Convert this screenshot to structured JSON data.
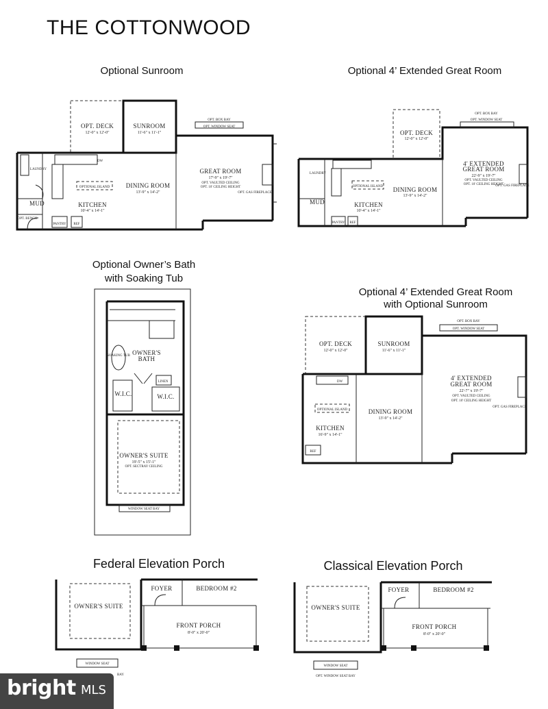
{
  "page": {
    "title": "THE COTTONWOOD",
    "logo_brand": "bright",
    "logo_suffix": "MLS"
  },
  "sections": {
    "sunroom": "Optional Sunroom",
    "extended": "Optional 4’ Extended Great Room",
    "bath_line1": "Optional Owner’s Bath",
    "bath_line2": "with Soaking Tub",
    "ext_sun_line1": "Optional 4’ Extended Great Room",
    "ext_sun_line2": "with Optional Sunroom",
    "federal": "Federal Elevation Porch",
    "classical": "Classical Elevation Porch"
  },
  "plan1": {
    "deck": "OPT. DECK",
    "deck_dim": "12'-0\" x 12'-0\"",
    "sunroom": "SUNROOM",
    "sunroom_dim": "11'-6\" x 11'-1\"",
    "bay": "OPT. BOX BAY",
    "window_seat": "OPT. WINDOW SEAT",
    "great": "GREAT ROOM",
    "great_dim": "17'-9\" x 19'-7\"",
    "great_note1": "OPT. VAULTED CEILING",
    "great_note2": "OPT. 10' CEILING HEIGHT",
    "fireplace": "OPT. GAS FIREPLACE",
    "dining": "DINING ROOM",
    "dining_dim": "13'-9\" x 14'-2\"",
    "island": "OPTIONAL ISLAND",
    "kitchen": "KITCHEN",
    "kitchen_dim": "10'-4\" x 14'-1\"",
    "laundry": "LAUNDRY",
    "mud": "MUD",
    "bench": "OPT. BENCH",
    "pantry": "PANTRY",
    "ref": "REF",
    "dw": "DW"
  },
  "plan2": {
    "deck": "OPT. DECK",
    "deck_dim": "12'-0\" x 12'-0\"",
    "bay": "OPT. BOX BAY",
    "window_seat": "OPT. WINDOW SEAT",
    "great": "4' EXTENDED",
    "great2": "GREAT ROOM",
    "great_dim": "22'-9\" x 19'-7\"",
    "great_note1": "OPT. VAULTED CEILING",
    "great_note2": "OPT. 10' CEILING HEIGHT",
    "fireplace": "OPT. GAS FIREPLACE",
    "dining": "DINING ROOM",
    "dining_dim": "13'-9\" x 14'-2\"",
    "island": "OPTIONAL ISLAND",
    "kitchen": "KITCHEN",
    "kitchen_dim": "10'-4\" x 14'-1\"",
    "laundry": "LAUNDRY",
    "mud": "MUD",
    "pantry": "PANTRY",
    "ref": "REF"
  },
  "plan3": {
    "soaking": "SOAKING TUB",
    "bath1": "OWNER'S",
    "bath2": "BATH",
    "linen": "LINEN",
    "wic": "W.I.C.",
    "wic2": "W.I.C.",
    "suite": "OWNER'S SUITE",
    "suite_dim": "19'-5\" x 15'-1\"",
    "suite_note": "OPT. SECTRAY CEILING",
    "window_seat": "WINDOW SEAT BAY"
  },
  "plan4": {
    "bay": "OPT. BOX BAY",
    "window_seat": "OPT. WINDOW SEAT",
    "deck": "OPT. DECK",
    "deck_dim": "12'-0\" x 12'-0\"",
    "sunroom": "SUNROOM",
    "sunroom_dim": "11'-6\" x 11'-1\"",
    "great": "4' EXTENDED",
    "great2": "GREAT ROOM",
    "great_dim": "22'-7\" x 19'-7\"",
    "great_note1": "OPT. VAULTED CEILING",
    "great_note2": "OPT. 10' CEILING HEIGHT",
    "fireplace": "OPT. GAS FIREPLACE",
    "island": "OPTIONAL ISLAND",
    "dining": "DINING ROOM",
    "dining_dim": "13'-9\" x 14'-2\"",
    "kitchen": "KITCHEN",
    "kitchen_dim": "16'-9\" x 14'-1\"",
    "ref": "REF",
    "dw": "DW"
  },
  "plan5": {
    "suite": "OWNER'S SUITE",
    "foyer": "FOYER",
    "bedroom": "BEDROOM #2",
    "porch": "FRONT PORCH",
    "porch_dim": "8'-0\" x 20'-0\"",
    "window_seat": "WINDOW SEAT",
    "bay": "BAY"
  },
  "plan6": {
    "suite": "OWNER'S SUITE",
    "foyer": "FOYER",
    "bedroom": "BEDROOM #2",
    "porch": "FRONT PORCH",
    "porch_dim": "8'-0\" x 20'-0\"",
    "window_seat": "WINDOW SEAT",
    "bay": "OPT. WINDOW SEAT BAY"
  }
}
